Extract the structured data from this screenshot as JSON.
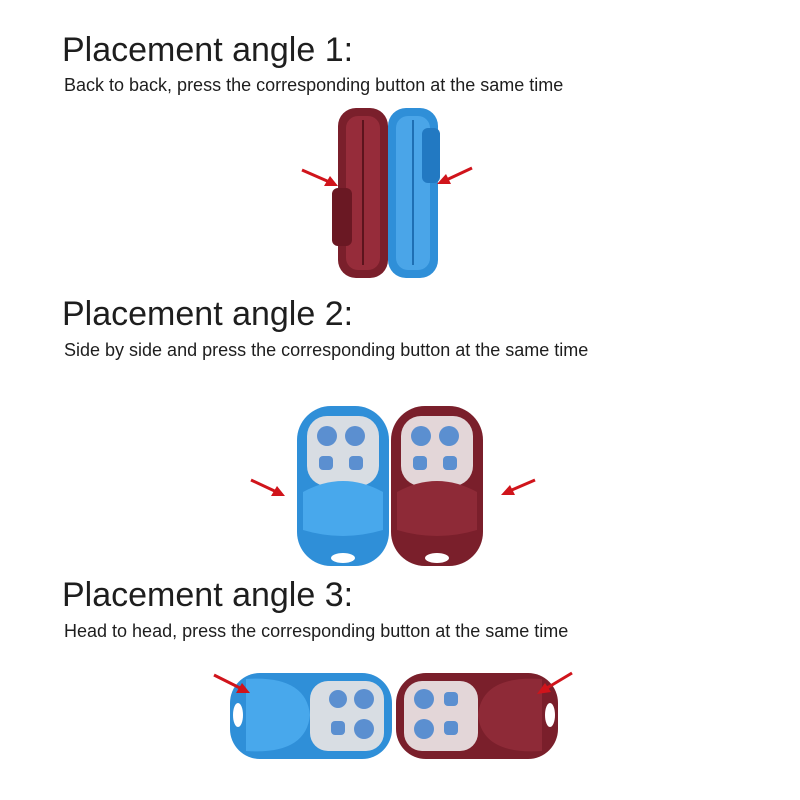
{
  "sections": [
    {
      "heading": "Placement angle 1:",
      "caption": "Back to back, press the corresponding button at the same time"
    },
    {
      "heading": "Placement angle 2:",
      "caption": "Side by side and press the corresponding button at the same time"
    },
    {
      "heading": "Placement angle 3:",
      "caption": "Head to head, press the corresponding button at the same time"
    }
  ],
  "colors": {
    "blue_remote": "#2f8fd8",
    "maroon_remote": "#7a1f2b",
    "arrow": "#d0141b",
    "button_face": "#5b8fd0"
  }
}
